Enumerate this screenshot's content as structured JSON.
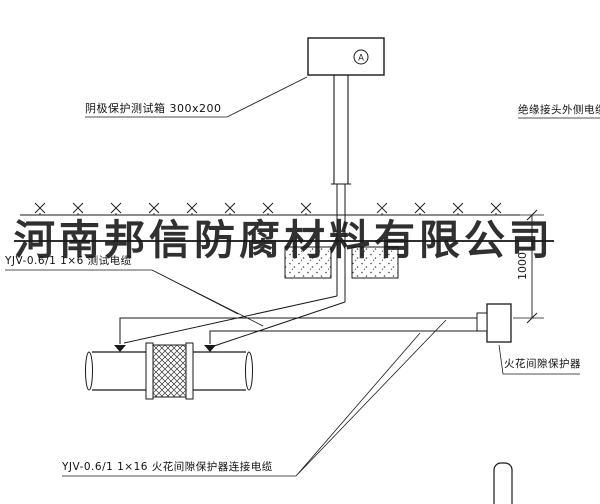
{
  "page": {
    "background": "#ffffff",
    "line_color": "#1a1a1a"
  },
  "watermark": {
    "text": "河南邦信防腐材料有限公司"
  },
  "labels": {
    "test_box": "阴极保护测试箱 300x200",
    "outer_cable": "绝缘接头外侧电缆",
    "test_cable": "YJV-0.6/1 1×6 测试电缆",
    "spark_gap": "火花间隙保护器",
    "connection_cable": "YJV-0.6/1 1×16 火花间隙保护器连接电缆",
    "dimension_1000": "1000",
    "device_letter": "A"
  }
}
